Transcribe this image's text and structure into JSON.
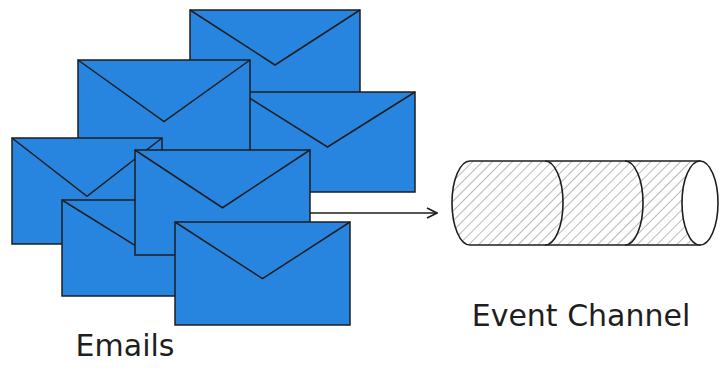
{
  "diagram": {
    "nodes": [
      {
        "text": [
          "Emails"
        ]
      },
      {
        "text": [
          "Event Channel"
        ]
      }
    ],
    "edges": [
      {
        "from": 0,
        "to": 1,
        "arrow": "to"
      }
    ]
  }
}
